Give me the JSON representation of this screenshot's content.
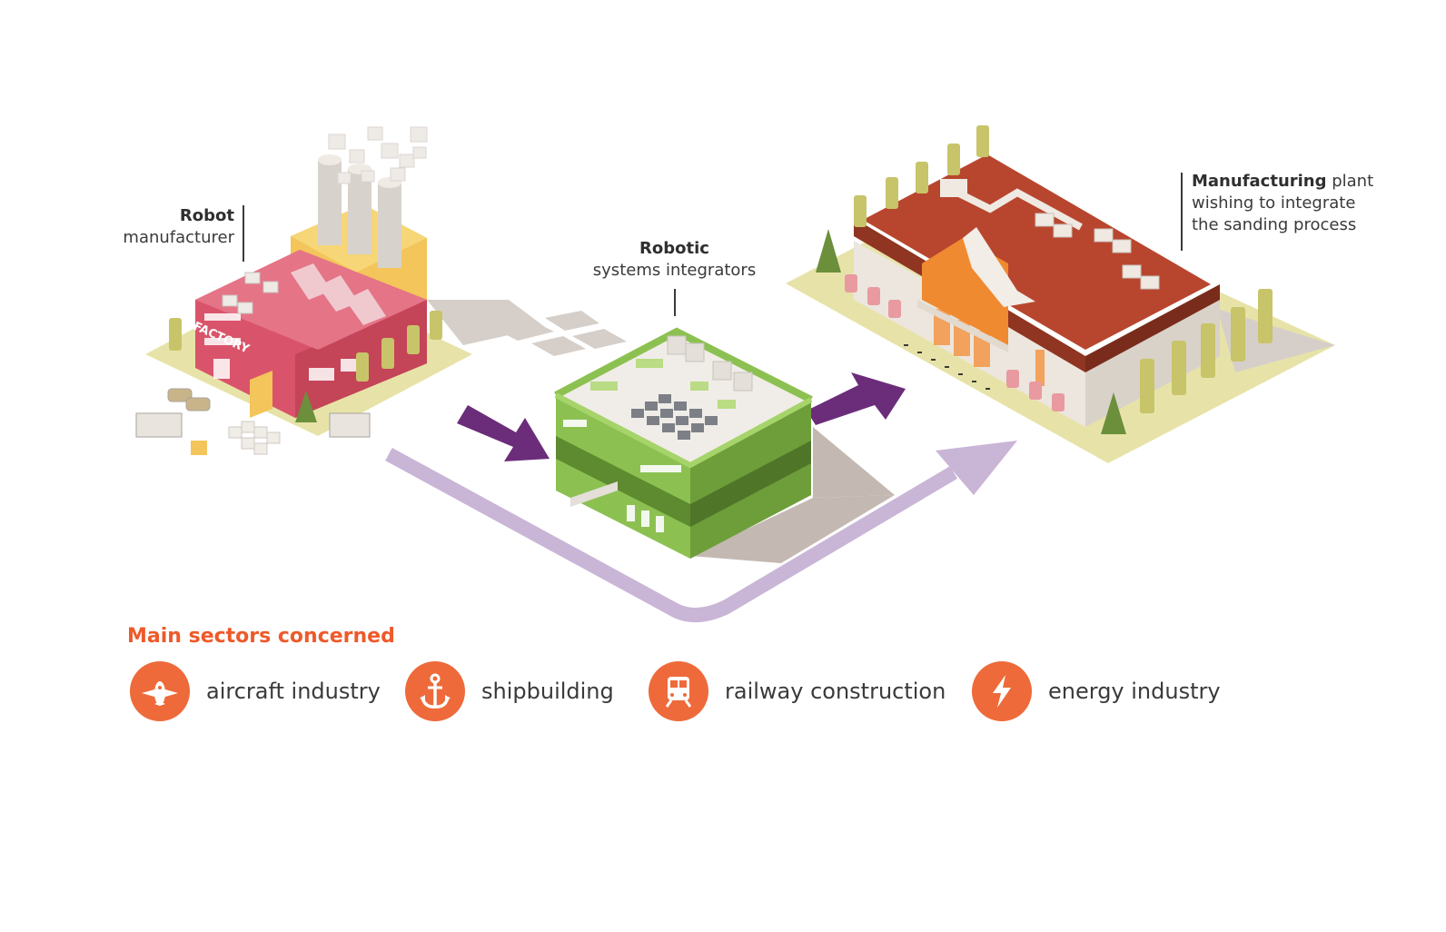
{
  "labels": {
    "robot": {
      "bold": "Robot",
      "rest": "manufacturer"
    },
    "integrator": {
      "bold": "Robotic",
      "rest": "systems integrators"
    },
    "plant": {
      "bold": "Manufacturing",
      "line1_rest": " plant",
      "line2": "wishing to integrate",
      "line3": "the sanding process"
    }
  },
  "factory_sign": "FACTORY",
  "sectors": {
    "title": "Main sectors concerned",
    "items": [
      {
        "label": "aircraft industry",
        "icon": "airplane-icon"
      },
      {
        "label": "shipbuilding",
        "icon": "anchor-icon"
      },
      {
        "label": "railway construction",
        "icon": "train-icon"
      },
      {
        "label": "energy industry",
        "icon": "lightning-icon"
      }
    ]
  },
  "colors": {
    "accent_orange": "#ee6a3a",
    "arrow_purple": "#6b2d7a",
    "flow_lavender": "#c9b5d6",
    "factory_pink": "#d9546a",
    "integrator_green": "#8cc152",
    "plant_roof": "#b8462e"
  }
}
